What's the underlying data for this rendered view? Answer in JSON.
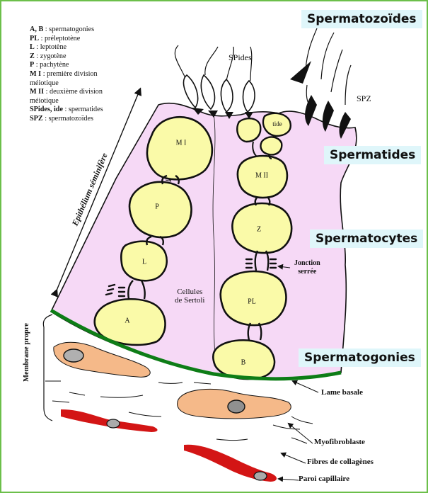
{
  "legend": [
    {
      "abbr": "A, B",
      "desc": " : spermatogonies"
    },
    {
      "abbr": "PL",
      "desc": " : préleptotène"
    },
    {
      "abbr": "L",
      "desc": " : leptotène"
    },
    {
      "abbr": "Z",
      "desc": " : zygotène"
    },
    {
      "abbr": "P",
      "desc": " : pachytène"
    },
    {
      "abbr": "M I",
      "desc": " : première division"
    },
    {
      "abbr": "",
      "desc": "méiotique"
    },
    {
      "abbr": "M II",
      "desc": " : deuxième division"
    },
    {
      "abbr": "",
      "desc": "méiotique"
    },
    {
      "abbr": "SPides, ide",
      "desc": " : spermatides"
    },
    {
      "abbr": "SPZ",
      "desc": " : spermatozoïdes"
    }
  ],
  "stage_labels": {
    "spermatozoides": "Spermatozoïdes",
    "spermatides": "Spermatides",
    "spermatocytes": "Spermatocytes",
    "spermatogonies": "Spermatogonies"
  },
  "cells": {
    "mi": "M I",
    "p": "P",
    "l": "L",
    "a": "A",
    "tide": "tide",
    "mii": "M II",
    "z": "Z",
    "pl": "PL",
    "b": "B"
  },
  "labels": {
    "spides": "SPides",
    "spz": "SPZ",
    "epithelium": "Epithélium séminifère",
    "sertoli_1": "Cellules",
    "sertoli_2": "de Sertoli",
    "jonction_1": "Jonction",
    "jonction_2": "serrée",
    "membrane": "Membrane propre",
    "lame": "Lame basale",
    "myofibroblaste": "Myofibroblaste",
    "fibres": "Fibres de collagènes",
    "paroi": "Paroi capillaire"
  },
  "colors": {
    "border": "#6cbf4a",
    "sertoli": "#f6d9f6",
    "cell": "#fafaa8",
    "lamina": "#0e7d17",
    "myofibroblast": "#f5b989",
    "capillary": "#d31515",
    "stage_bg": "#dff6fa"
  }
}
